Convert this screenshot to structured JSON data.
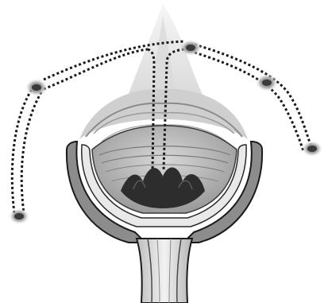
{
  "figure": {
    "style": "grayscale anatomical illustration",
    "colors": {
      "background": "#ffffff",
      "tissue_light": "#e6e6e6",
      "tissue_mid": "#bdbdbd",
      "tissue_dark": "#4a4a4a",
      "outline": "#1a1a1a",
      "suture": "#1a1a1a"
    },
    "anatomy": {
      "organ": "u-shaped-vault-with-tubular-canal",
      "fixation_points": [
        "top-center",
        "upper-left",
        "upper-right",
        "lower-left",
        "far-right"
      ],
      "suture_paths": [
        "center-double-line",
        "left-arc-double-line",
        "right-arc-double-line"
      ]
    }
  }
}
